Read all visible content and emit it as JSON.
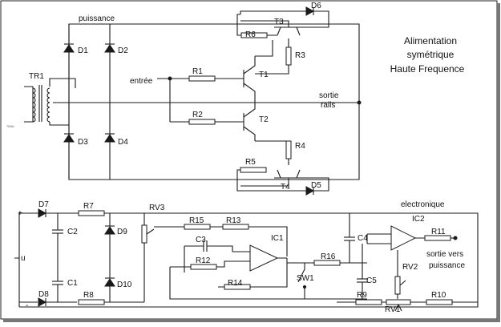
{
  "title_lines": [
    "Alimentation",
    "symétrique",
    "Haute Frequence"
  ],
  "section_power": "puissance",
  "section_electronic": "electronique",
  "label_input": "entrée",
  "label_output_rails": [
    "sortie",
    "rails"
  ],
  "label_output_power": [
    "sortie vers",
    "puissance"
  ],
  "rail_plus": "+",
  "rail_minus": "-",
  "node_u": "u",
  "components": {
    "TR1": "TR1",
    "D1": "D1",
    "D2": "D2",
    "D3": "D3",
    "D4": "D4",
    "D5": "D5",
    "D6": "D6",
    "D7": "D7",
    "D8": "D8",
    "D9": "D9",
    "D10": "D10",
    "T1": "T1",
    "T2": "T2",
    "T3": "T3",
    "T4": "T4",
    "R1": "R1",
    "R2": "R2",
    "R3": "R3",
    "R4": "R4",
    "R5": "R5",
    "R6": "R6",
    "R7": "R7",
    "R8": "R8",
    "R9": "R9",
    "R10": "R10",
    "R11": "R11",
    "R12": "R12",
    "R13": "R13",
    "R14": "R14",
    "R15": "R15",
    "R16": "R16",
    "RV1": "RV1",
    "RV2": "RV2",
    "RV3": "RV3",
    "C1": "C1",
    "C2": "C2",
    "C3": "C3",
    "C4": "C4",
    "C5": "C5",
    "IC1": "IC1",
    "IC2": "IC2",
    "SW1": "SW1"
  }
}
